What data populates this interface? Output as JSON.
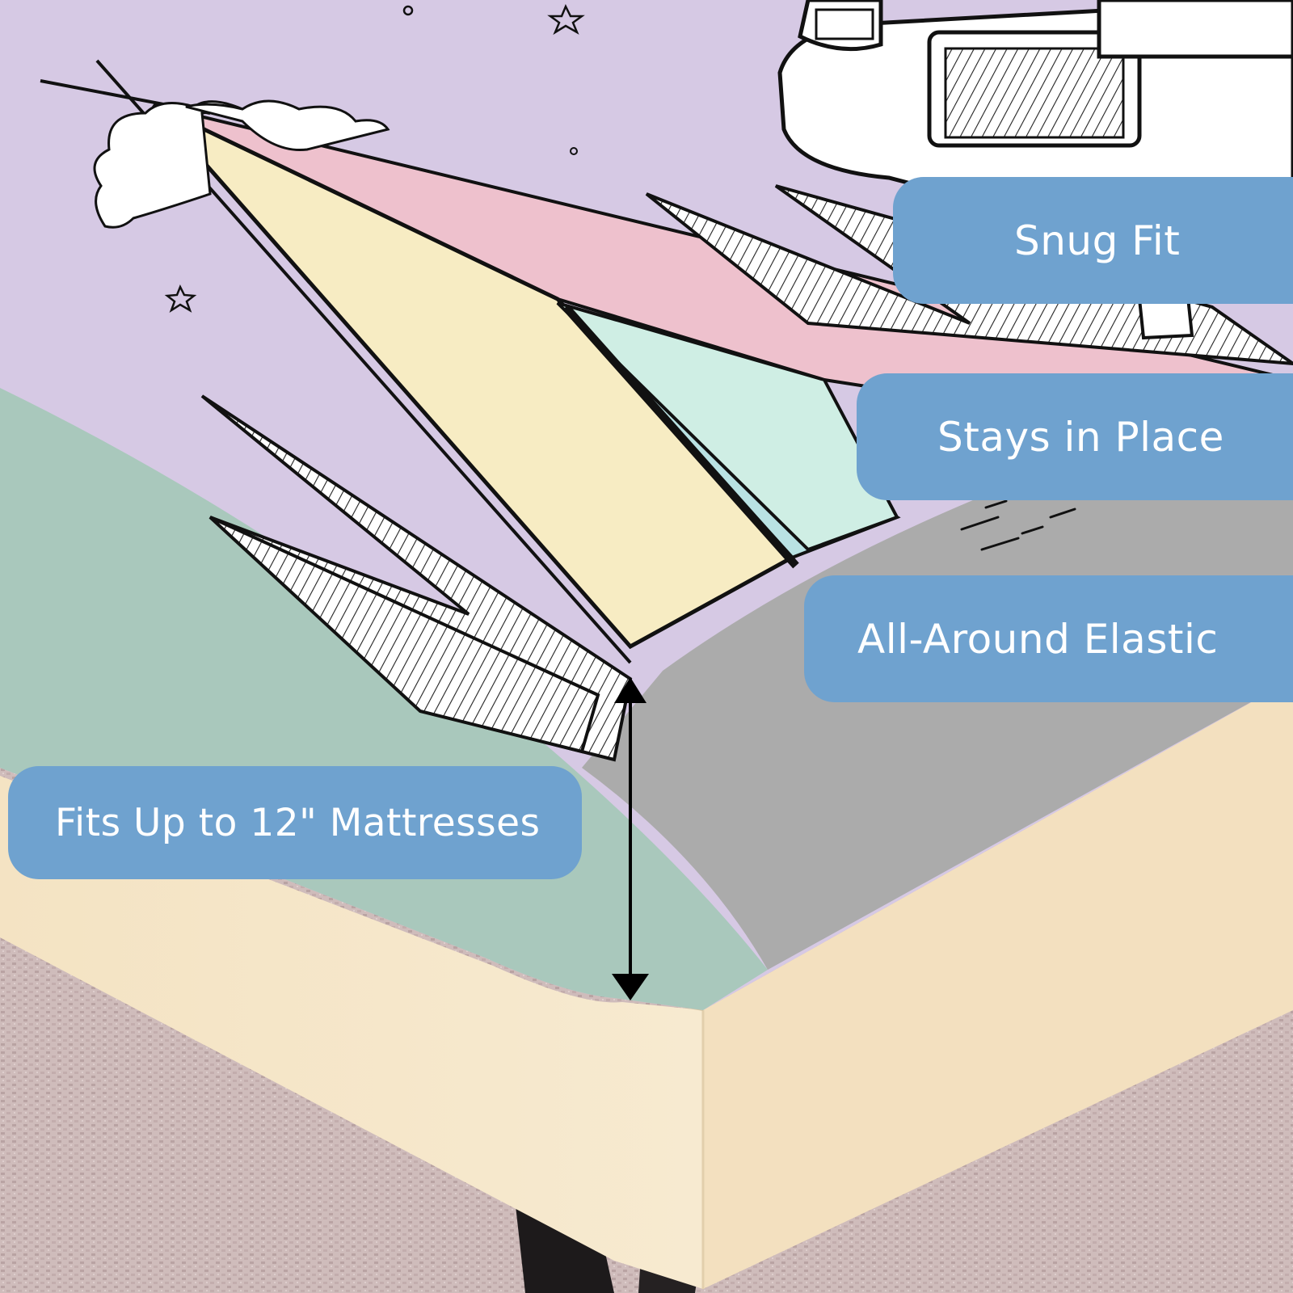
{
  "badges": {
    "snug_fit": "Snug Fit",
    "stays_in_place": "Stays in Place",
    "all_around_elastic": "All-Around Elastic",
    "fits_up_to": "Fits Up to 12\" Mattresses"
  },
  "colors": {
    "sky": "#d6c9e4",
    "mint": "#a9c8bc",
    "cream": "#f5e5c6",
    "gray_side": "#a9a9a9",
    "carpet": "#cdb8b8",
    "badge_blue": "#6fa2cf",
    "tent_pink": "#eec1cd",
    "tent_yellow": "#f7ecc3",
    "tent_aqua": "#b9e2e3"
  }
}
